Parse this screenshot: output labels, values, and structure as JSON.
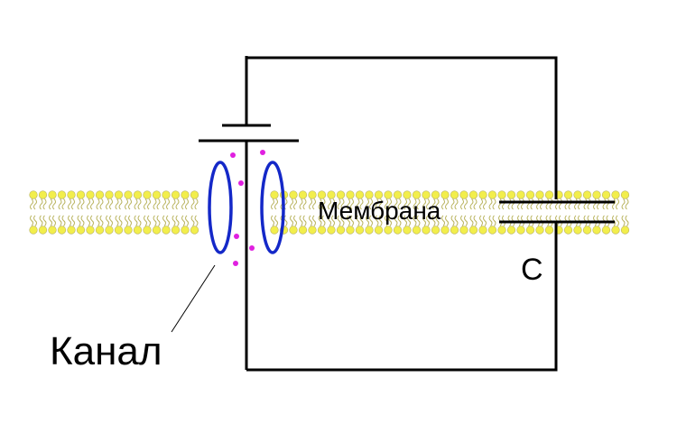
{
  "labels": {
    "membrane": "Мембрана",
    "capacitor": "C",
    "channel": "Канал"
  },
  "colors": {
    "lipid_head": "#F2EE4C",
    "lipid_tail": "#B8B25C",
    "channel_ring": "#1428C8",
    "ion": "#E020E0",
    "wire": "#000000"
  }
}
